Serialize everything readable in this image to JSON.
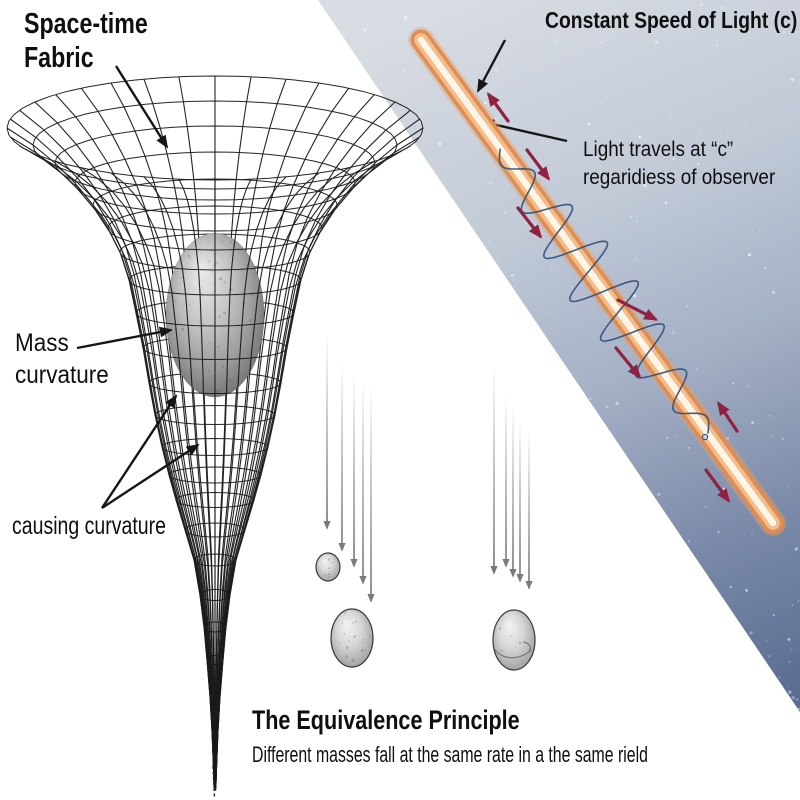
{
  "diagram": {
    "spacetime": {
      "title_line1": "Space-time",
      "title_line2": "Fabric",
      "mass_label_line1": "Mass",
      "mass_label_line2": "curvature",
      "causing_label": "causing curvature"
    },
    "light": {
      "title": "Constant Speed of Light (c)",
      "caption_line1": "Light travels at “c”",
      "caption_line2": "regaridiess of observer"
    },
    "equivalence": {
      "title": "The Equivalence Principle",
      "subtitle": "Different masses fall at the same rate in a the same rield"
    },
    "colors": {
      "band_light": "#d9dde3",
      "band_mid1": "#c2cad7",
      "band_mid2": "#a4b0c5",
      "band_mid3": "#7b8aa8",
      "band_dark": "#5a6d92",
      "beam_outer": "#dd8e54",
      "beam_mid": "#f4bc8a",
      "beam_core": "#fff6e8",
      "red_arrow": "#8e2240",
      "wave_blue": "#31507d",
      "mesh": "#1a1a1a",
      "gray_arrow": "#7a7a7a",
      "text": "#0f0f0f"
    }
  }
}
